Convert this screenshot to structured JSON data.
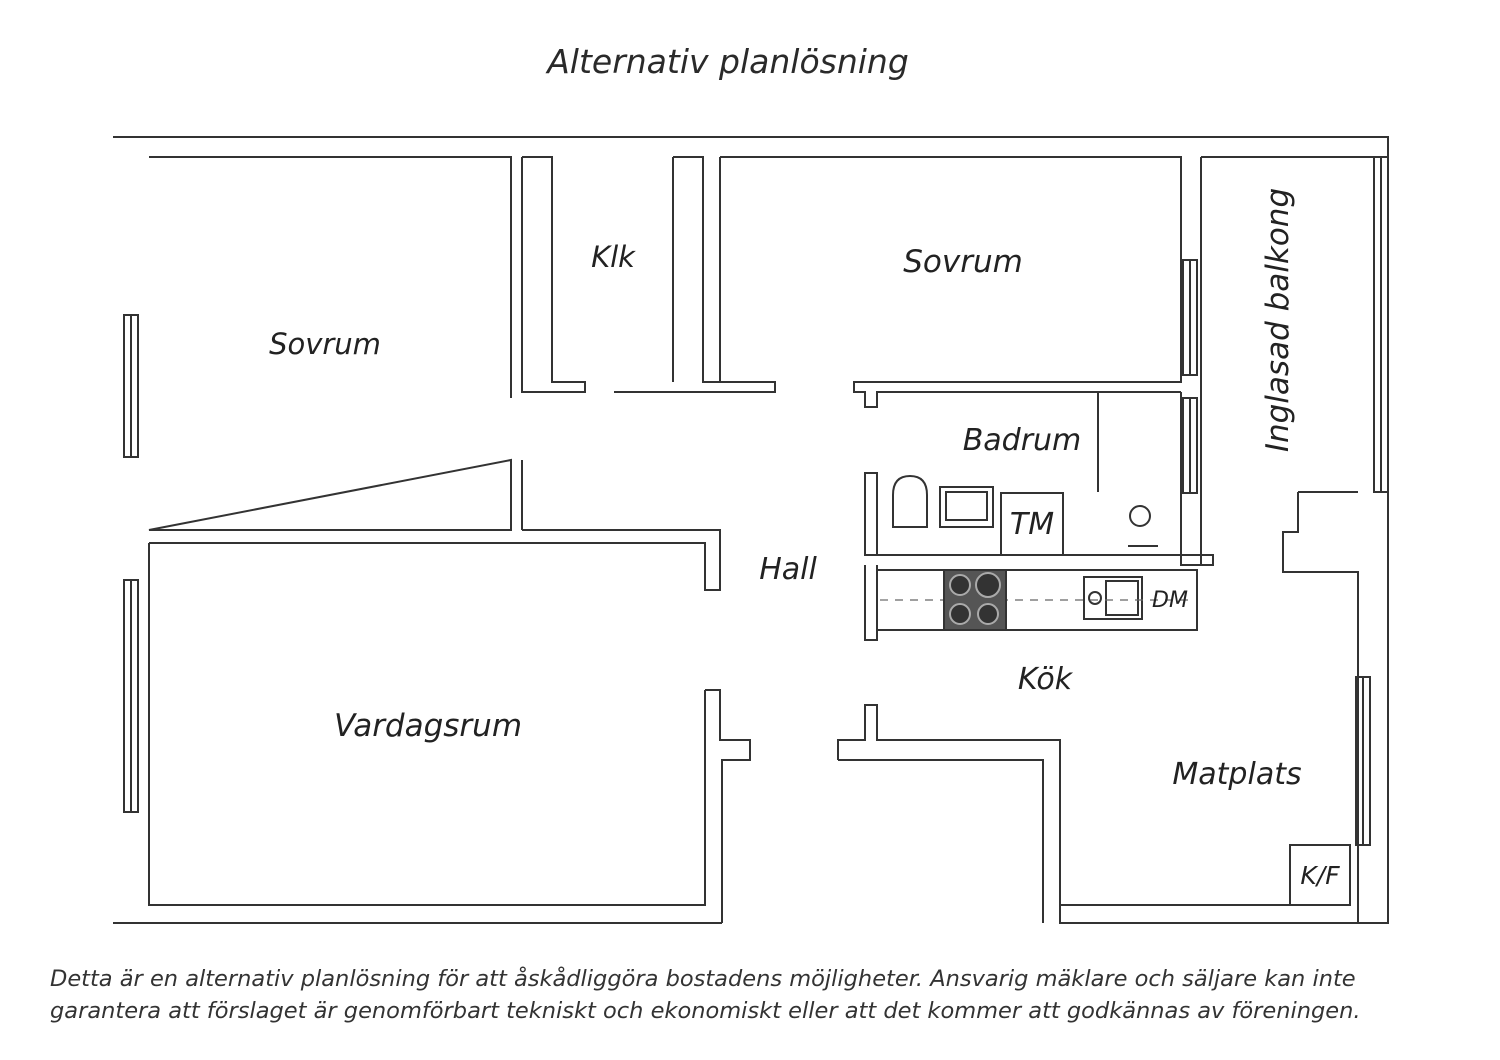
{
  "title": "Alternativ planlösning",
  "rooms": {
    "sovrum_left": "Sovrum",
    "klk": "Klk",
    "sovrum_right": "Sovrum",
    "balkong": "Inglasad balkong",
    "badrum": "Badrum",
    "tm": "TM",
    "hall": "Hall",
    "dm": "DM",
    "kok": "Kök",
    "vardagsrum": "Vardagsrum",
    "matplats": "Matplats",
    "kf": "K/F"
  },
  "disclaimer": {
    "line1": "Detta är en alternativ planlösning för att åskådliggöra bostadens möjligheter. Ansvarig mäklare och säljare kan inte",
    "line2": "garantera att förslaget är genomförbart tekniskt och ekonomiskt eller att det kommer att godkännas av föreningen."
  },
  "colors": {
    "wall": "#333333",
    "stove": "#555555",
    "text": "#222222"
  }
}
